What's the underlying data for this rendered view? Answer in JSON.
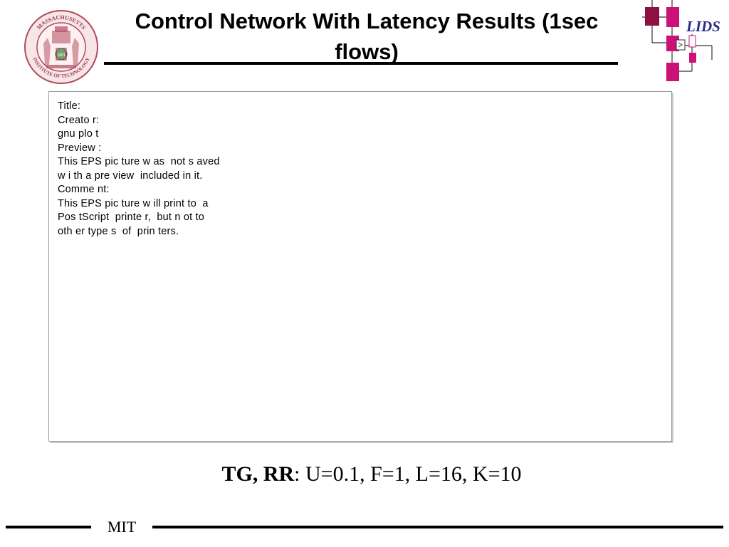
{
  "slide": {
    "title": "Control Network With Latency Results (1sec flows)",
    "caption_bold": "TG, RR",
    "caption_rest": ": U=0.1, F=1, L=16, K=10",
    "footer_label": "MIT"
  },
  "logos": {
    "left_seal": {
      "text_top": "MASSACHUSETTS",
      "text_bottom": "INSTITUTE OF TECHNOLOGY",
      "year": "1861",
      "color": "#b04a5a"
    },
    "right_lids": {
      "label": "LIDS",
      "color": "#2a2a8c",
      "block_color": "#cc1177"
    }
  },
  "eps_placeholder": {
    "lines": [
      "Title:",
      "",
      "Creato r:",
      "gnu plo t",
      "Preview :",
      "This EPS pic ture w as  not s aved",
      "w i th a pre view  included in it.",
      "Comme nt:",
      "This EPS pic ture w ill print to  a",
      "Pos tScript  printe r,  but n ot to",
      "oth er type s  of  prin ters."
    ]
  }
}
